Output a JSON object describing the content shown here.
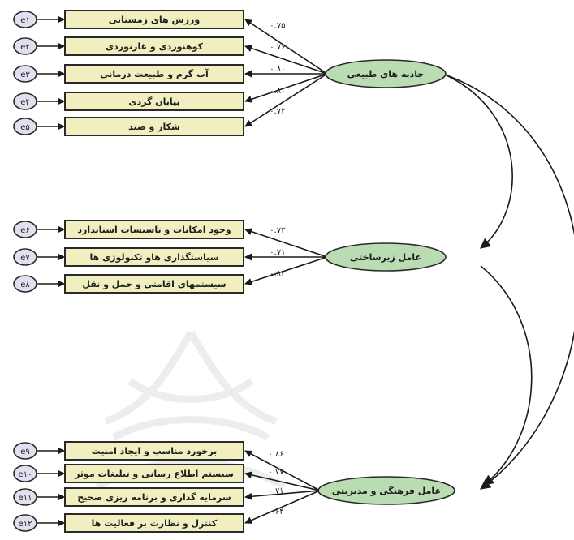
{
  "latent_factors": [
    {
      "id": "natural",
      "label": "جاذبه های طبیعی"
    },
    {
      "id": "infra",
      "label": "عامل زیرساختی"
    },
    {
      "id": "cultural",
      "label": "عامل فرهنگی و مدیریتی"
    }
  ],
  "indicators": [
    {
      "factor": "natural",
      "label": "ورزش های زمستانی",
      "error": "e۱",
      "loading": "۰.۷۵"
    },
    {
      "factor": "natural",
      "label": "کوهنوردی و غارنوردی",
      "error": "e۲",
      "loading": "۰.۷۶"
    },
    {
      "factor": "natural",
      "label": "آب گرم و طبیعت درمانی",
      "error": "e۳",
      "loading": "۰.۸۰"
    },
    {
      "factor": "natural",
      "label": "بیابان گردی",
      "error": "e۴",
      "loading": "۰.۸۰"
    },
    {
      "factor": "natural",
      "label": "شکار و صید",
      "error": "e۵",
      "loading": "۰.۷۲"
    },
    {
      "factor": "infra",
      "label": "وجود امکانات و تاسیسات استاندارد",
      "error": "e۶",
      "loading": "۰.۷۳"
    },
    {
      "factor": "infra",
      "label": "سیاستگذاری هاو تکنولوژی ها",
      "error": "e۷",
      "loading": "۰.۷۱"
    },
    {
      "factor": "infra",
      "label": "سیستمهای اقامتی و حمل و نقل",
      "error": "e۸",
      "loading": "۰.۸۲"
    },
    {
      "factor": "cultural",
      "label": "برخورد مناسب و ایجاد امنیت",
      "error": "e۹",
      "loading": "۰.۸۶"
    },
    {
      "factor": "cultural",
      "label": "سیستم اطلاع رسانی و تبلیغات موثر",
      "error": "e۱۰",
      "loading": "۰.۷۷"
    },
    {
      "factor": "cultural",
      "label": "سرمایه گذاری و برنامه ریزی صحیح",
      "error": "e۱۱",
      "loading": "۰.۷۱"
    },
    {
      "factor": "cultural",
      "label": "کنترل و نظارت بر فعالیت ها",
      "error": "e۱۲",
      "loading": "۰.۶۴"
    }
  ],
  "covariances": [
    {
      "from": "natural",
      "to": "infra"
    },
    {
      "from": "natural",
      "to": "cultural"
    },
    {
      "from": "infra",
      "to": "cultural"
    }
  ],
  "colors": {
    "indicator_fill": "#f1efbf",
    "latent_fill": "#b9dcb2",
    "error_fill": "#e4dff0",
    "stroke": "#1a1a1a"
  }
}
